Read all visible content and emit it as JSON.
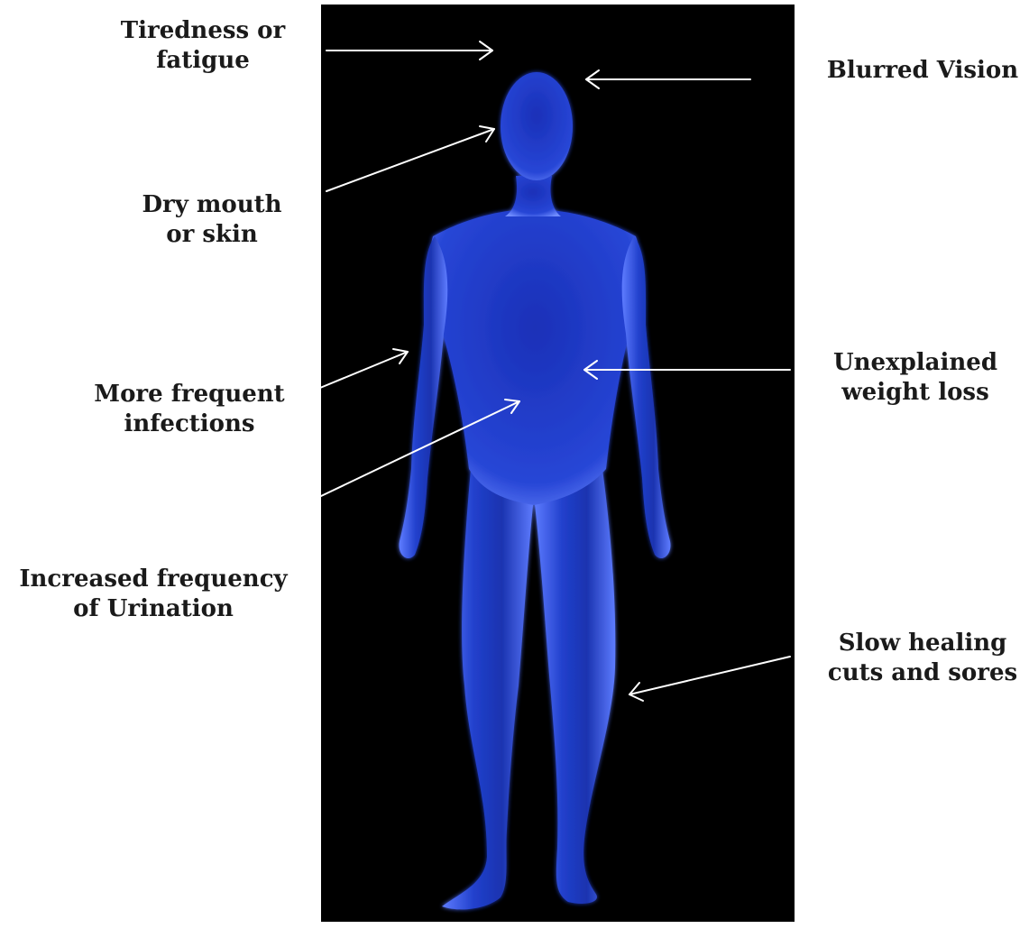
{
  "colors": {
    "background": "#ffffff",
    "panel": "#000000",
    "figure": "#1f3fd8",
    "figure_highlight": "#6f8cff",
    "arrow": "#ffffff",
    "label_text": "#1a1a1a"
  },
  "labels": {
    "tiredness": {
      "line1": "Tiredness or",
      "line2": "fatigue"
    },
    "blurred_vision": {
      "line1": "Blurred Vision"
    },
    "dry_mouth": {
      "line1": "Dry mouth",
      "line2": "or skin"
    },
    "infections": {
      "line1": "More frequent",
      "line2": "infections"
    },
    "urination": {
      "line1": "Increased frequency",
      "line2": "of Urination"
    },
    "weight_loss": {
      "line1": "Unexplained",
      "line2": "weight loss"
    },
    "slow_healing": {
      "line1": "Slow healing",
      "line2": "cuts and sores"
    }
  }
}
